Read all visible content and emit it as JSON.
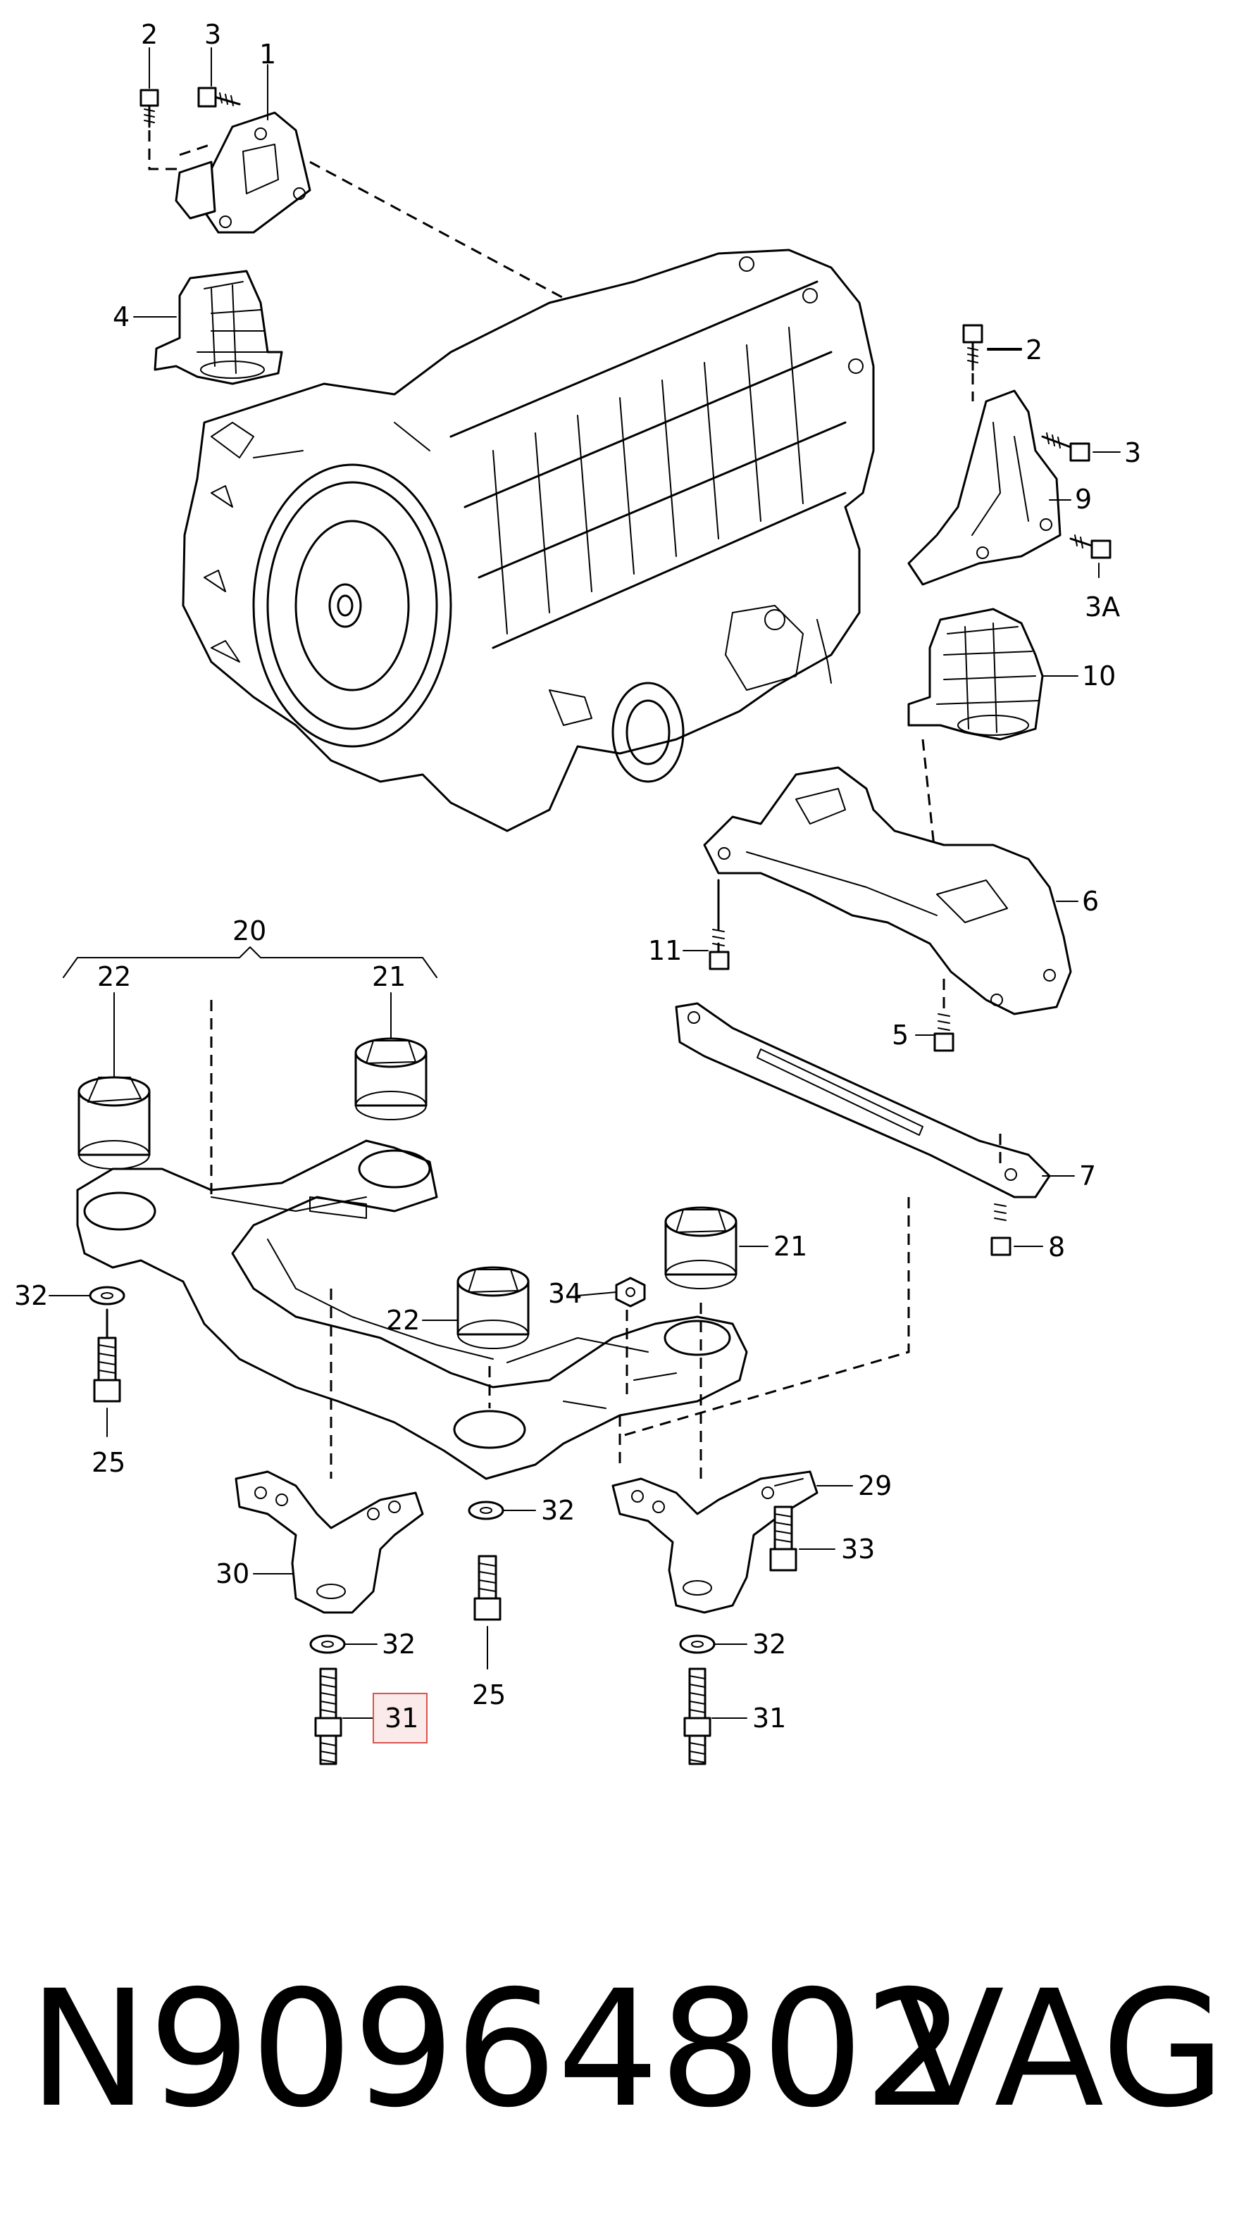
{
  "diagram": {
    "callouts": {
      "c1": "1",
      "c2a": "2",
      "c3a": "3",
      "c4": "4",
      "c2b": "2",
      "c3b": "3",
      "c9": "9",
      "c3A": "3A",
      "c10": "10",
      "c6": "6",
      "c11": "11",
      "c5": "5",
      "c7": "7",
      "c8": "8",
      "c20": "20",
      "c22a": "22",
      "c21a": "21",
      "c21b": "21",
      "c22b": "22",
      "c34": "34",
      "c32a": "32",
      "c25a": "25",
      "c32b": "32",
      "c29": "29",
      "c33": "33",
      "c30": "30",
      "c32c": "32",
      "c25b": "25",
      "c32d": "32",
      "c31a": "31",
      "c31b": "31"
    },
    "highlight_color": "#d9534f"
  },
  "caption": {
    "part_number": "N90964802",
    "brand": "VAG"
  }
}
